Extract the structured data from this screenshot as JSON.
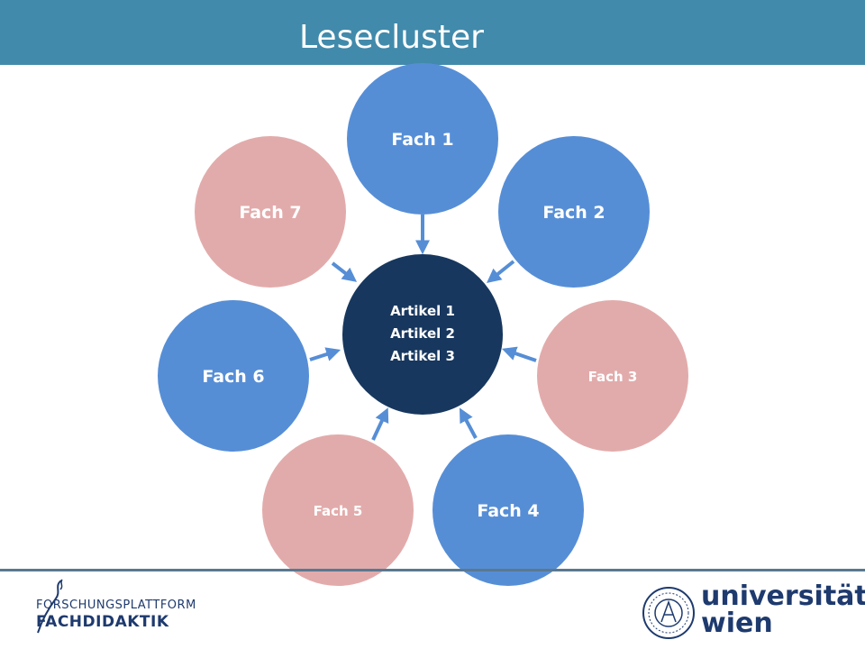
{
  "slide": {
    "title": "Lesecluster"
  },
  "colors": {
    "header": "#418aab",
    "center": "#17375e",
    "blue_node": "#568ed6",
    "pink_node": "#e2abab",
    "arrow": "#568ed6",
    "logo": "#1e3a6e"
  },
  "diagram": {
    "center": {
      "lines": [
        "Artikel 1",
        "Artikel 2",
        "Artikel 3"
      ]
    },
    "nodes": [
      {
        "id": "fach-1",
        "label": "Fach 1",
        "color": "blue"
      },
      {
        "id": "fach-2",
        "label": "Fach 2",
        "color": "blue"
      },
      {
        "id": "fach-3",
        "label": "Fach 3",
        "color": "pink"
      },
      {
        "id": "fach-4",
        "label": "Fach 4",
        "color": "blue"
      },
      {
        "id": "fach-5",
        "label": "Fach 5",
        "color": "pink"
      },
      {
        "id": "fach-6",
        "label": "Fach 6",
        "color": "blue"
      },
      {
        "id": "fach-7",
        "label": "Fach 7",
        "color": "pink"
      }
    ],
    "edges": [
      {
        "from": "fach-1",
        "to": "center"
      },
      {
        "from": "fach-2",
        "to": "center"
      },
      {
        "from": "fach-3",
        "to": "center"
      },
      {
        "from": "fach-4",
        "to": "center"
      },
      {
        "from": "fach-5",
        "to": "center"
      },
      {
        "from": "fach-6",
        "to": "center"
      },
      {
        "from": "fach-7",
        "to": "center"
      }
    ]
  },
  "footer": {
    "left_logo": {
      "line1": "FORSCHUNGSPLATTFORM",
      "line2": "FACHDIDAKTIK",
      "icon": "swirl-icon"
    },
    "right_logo": {
      "line1": "universität",
      "line2": "wien",
      "icon": "university-seal-icon"
    }
  }
}
